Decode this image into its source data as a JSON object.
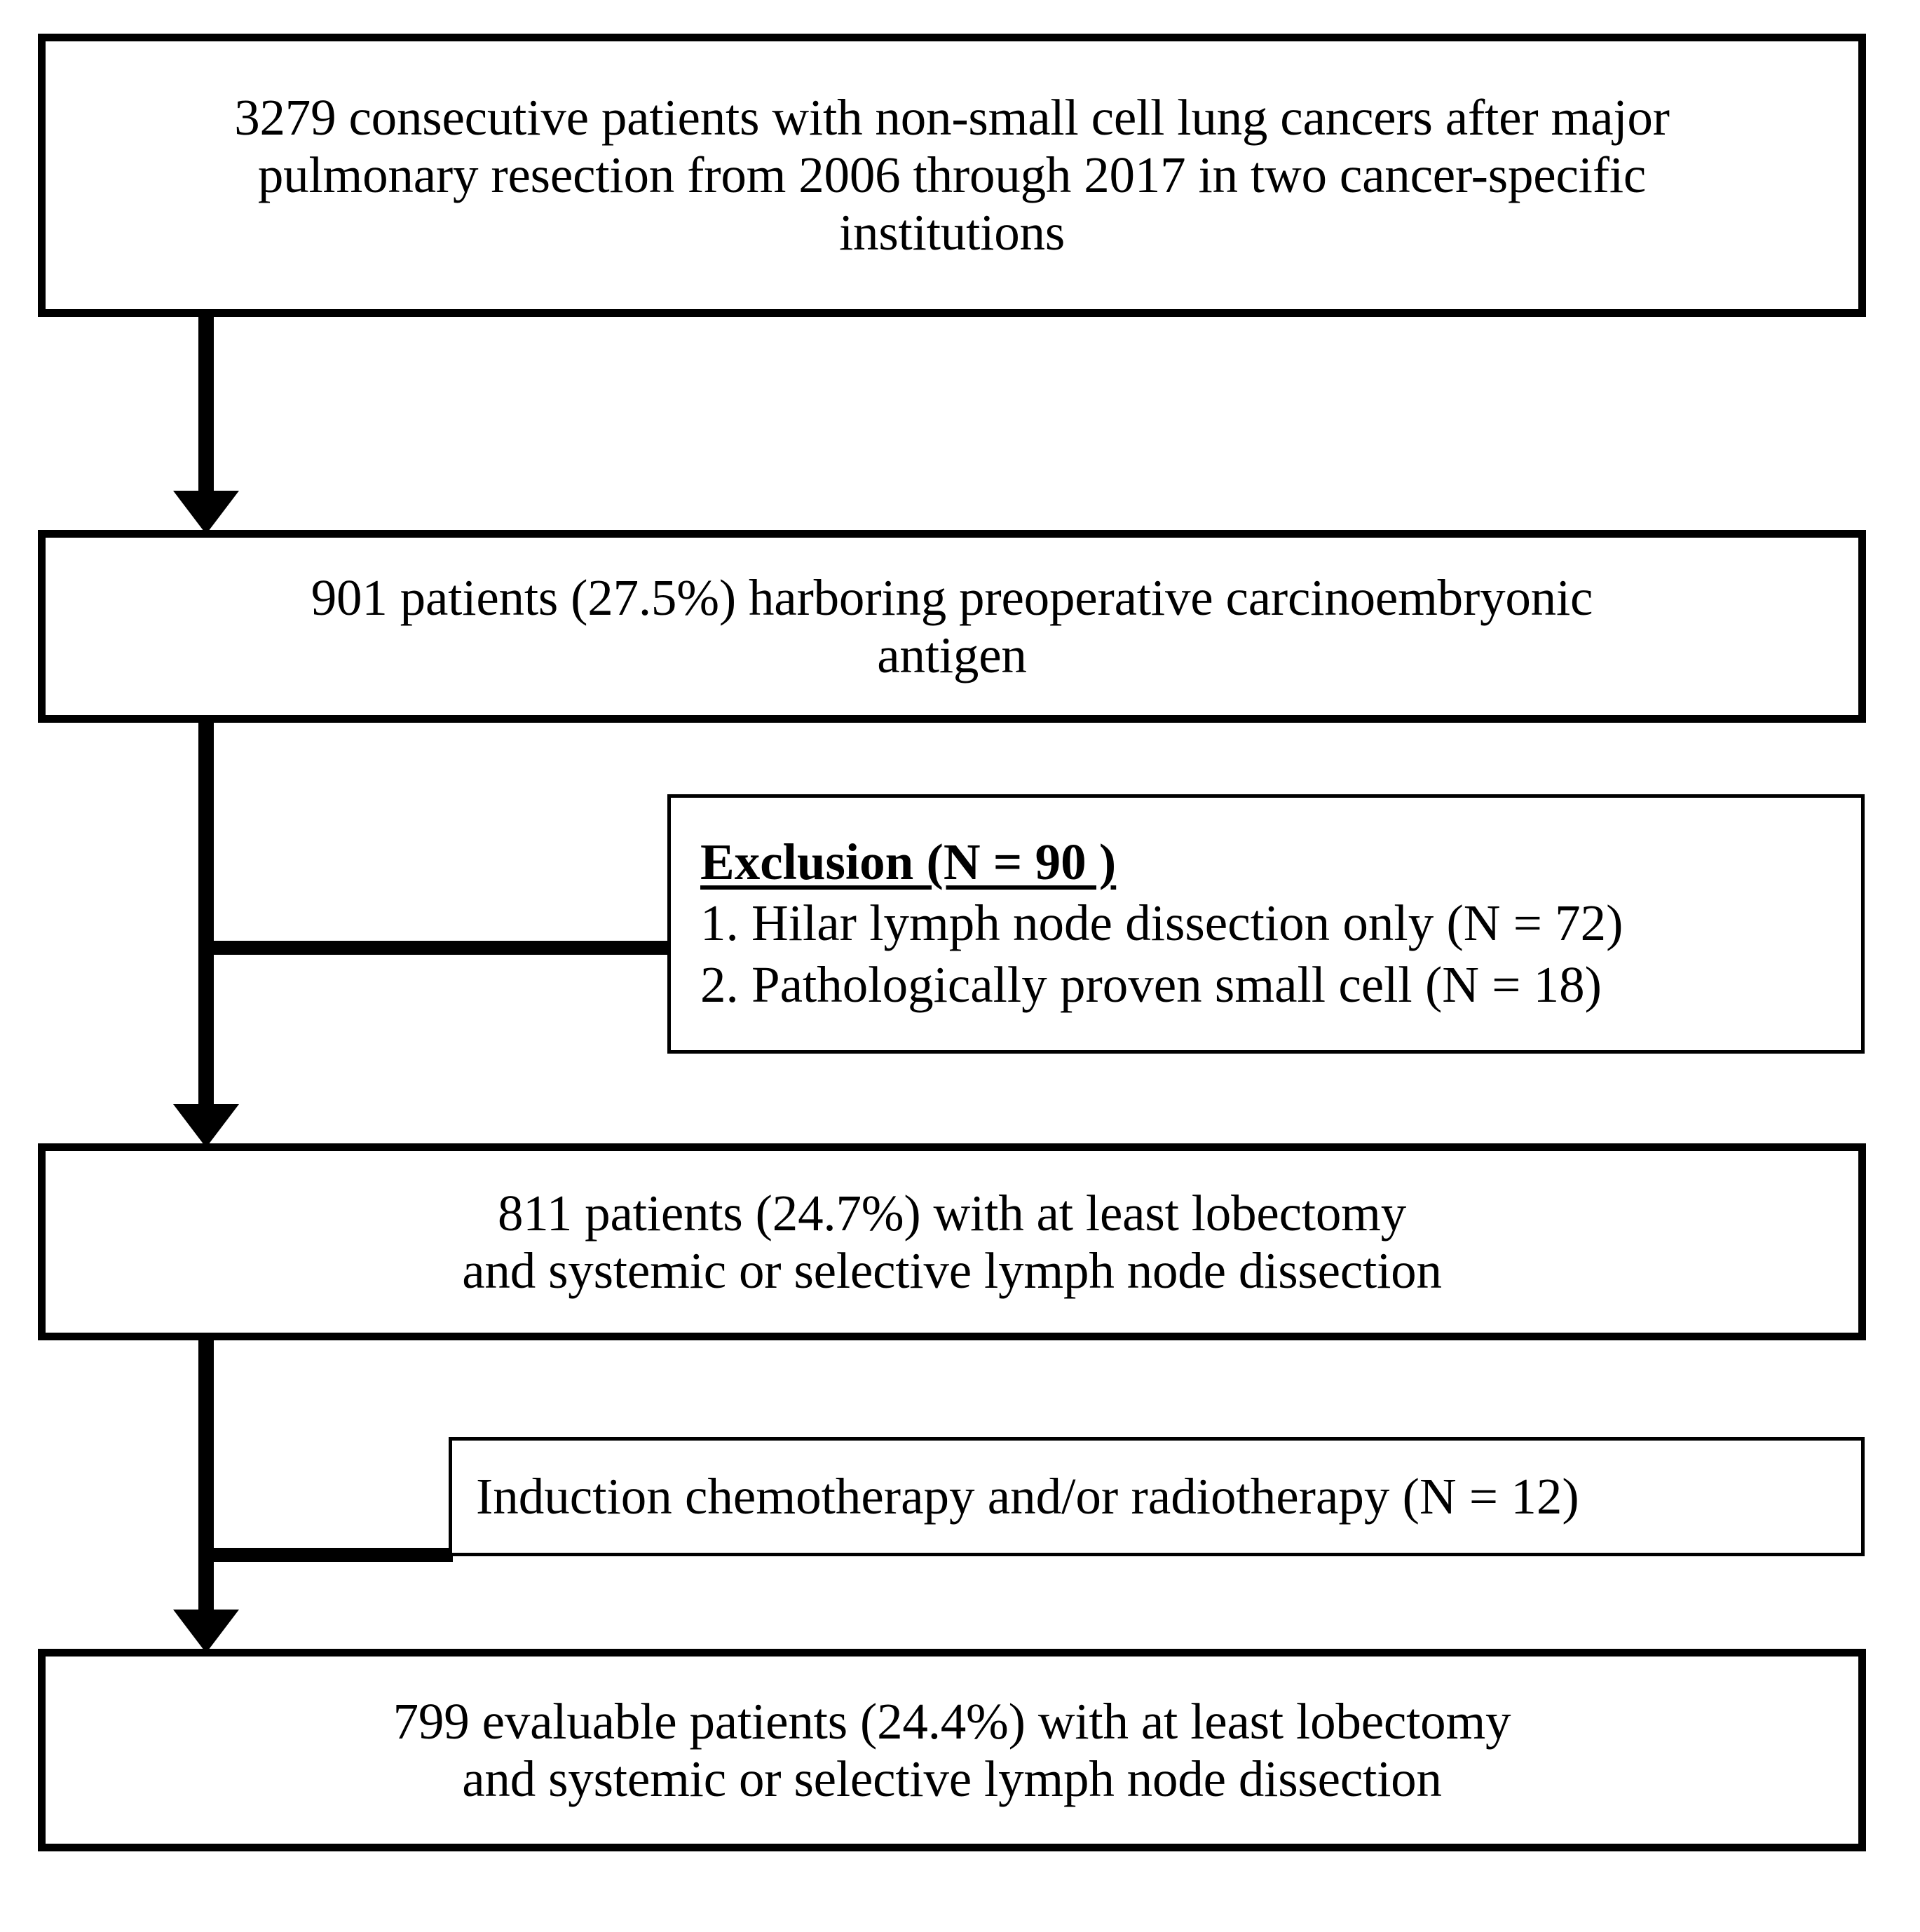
{
  "diagram": {
    "type": "patient-selection-flowchart",
    "colors": {
      "border": "#000000",
      "text": "#000000",
      "background": "#ffffff"
    },
    "nodes": {
      "cohort": {
        "name": "cohort-box",
        "text": "3279 consecutive patients with non-small cell lung cancers after major\npulmonary  resection  from 2006 through 2017 in two cancer-specific\ninstitutions",
        "count": 3279,
        "border": "thick"
      },
      "cea": {
        "name": "cea-box",
        "text": "901 patients (27.5%) harboring preoperative carcinoembryonic\nantigen",
        "count": 901,
        "percent": "27.5%",
        "border": "thick"
      },
      "exclusion": {
        "name": "exclusion-box",
        "title": "Exclusion (N = 90 )",
        "total": 90,
        "items": [
          "1. Hilar lymph node dissection only (N = 72)",
          "2. Pathologically proven small cell (N = 18)"
        ],
        "border": "thin"
      },
      "lobectomy": {
        "name": "lobectomy-box",
        "text": "811 patients (24.7%) with at least lobectomy\nand systemic or selective lymph node dissection",
        "count": 811,
        "percent": "24.7%",
        "border": "thick"
      },
      "induction": {
        "name": "induction-box",
        "text": "Induction chemotherapy and/or radiotherapy (N = 12)",
        "count": 12,
        "border": "thin"
      },
      "evaluable": {
        "name": "evaluable-box",
        "text": "799 evaluable patients (24.4%) with at least lobectomy\nand systemic or selective lymph node dissection",
        "count": 799,
        "percent": "24.4%",
        "border": "thick"
      }
    },
    "connectors": [
      {
        "from": "cohort",
        "to": "cea",
        "style": "arrow-down"
      },
      {
        "from": "cea",
        "to": "exclusion",
        "style": "branch-right"
      },
      {
        "from": "cea",
        "to": "lobectomy",
        "style": "arrow-down"
      },
      {
        "from": "lobectomy",
        "to": "induction",
        "style": "branch-right"
      },
      {
        "from": "lobectomy",
        "to": "evaluable",
        "style": "arrow-down"
      }
    ]
  }
}
